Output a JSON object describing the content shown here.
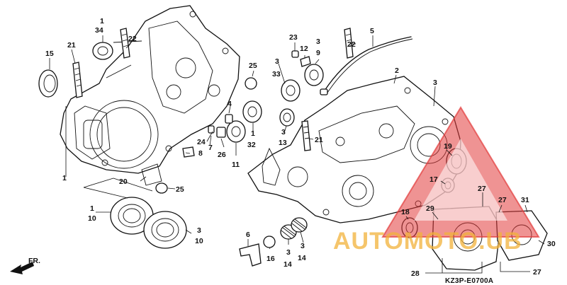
{
  "diagram_code": "KZ3P-E0700A",
  "watermark": {
    "text": "AUTOMOTO.UB",
    "triangle_color": "#e23b3b",
    "text_color": "#f2b13a"
  },
  "fr_arrow_label": "FR.",
  "labels": {
    "l1": "1",
    "l34": "34",
    "l22a": "22",
    "l21a": "21",
    "l15": "15",
    "l1b": "1",
    "l1c": "1",
    "l10a": "10",
    "l20": "20",
    "l25a": "25",
    "l3a": "3",
    "l10b": "10",
    "l25b": "25",
    "l3b": "3",
    "l33": "33",
    "l4": "4",
    "l24": "24",
    "l7": "7",
    "l8": "8",
    "l26": "26",
    "l11": "11",
    "l1d": "1",
    "l32": "32",
    "l23": "23",
    "l12": "12",
    "l3c": "3",
    "l9": "9",
    "l3d": "3",
    "l13": "13",
    "l21b": "21",
    "l6": "6",
    "l16": "16",
    "l3e": "3",
    "l14a": "14",
    "l3f": "3",
    "l14b": "14",
    "l22b": "22",
    "l5": "5",
    "l2": "2",
    "l3g": "3",
    "l19": "19",
    "l17": "17",
    "l27a": "27",
    "l27b": "27",
    "l31": "31",
    "l18": "18",
    "l29": "29",
    "l30": "30",
    "l28": "28",
    "l27c": "27"
  }
}
